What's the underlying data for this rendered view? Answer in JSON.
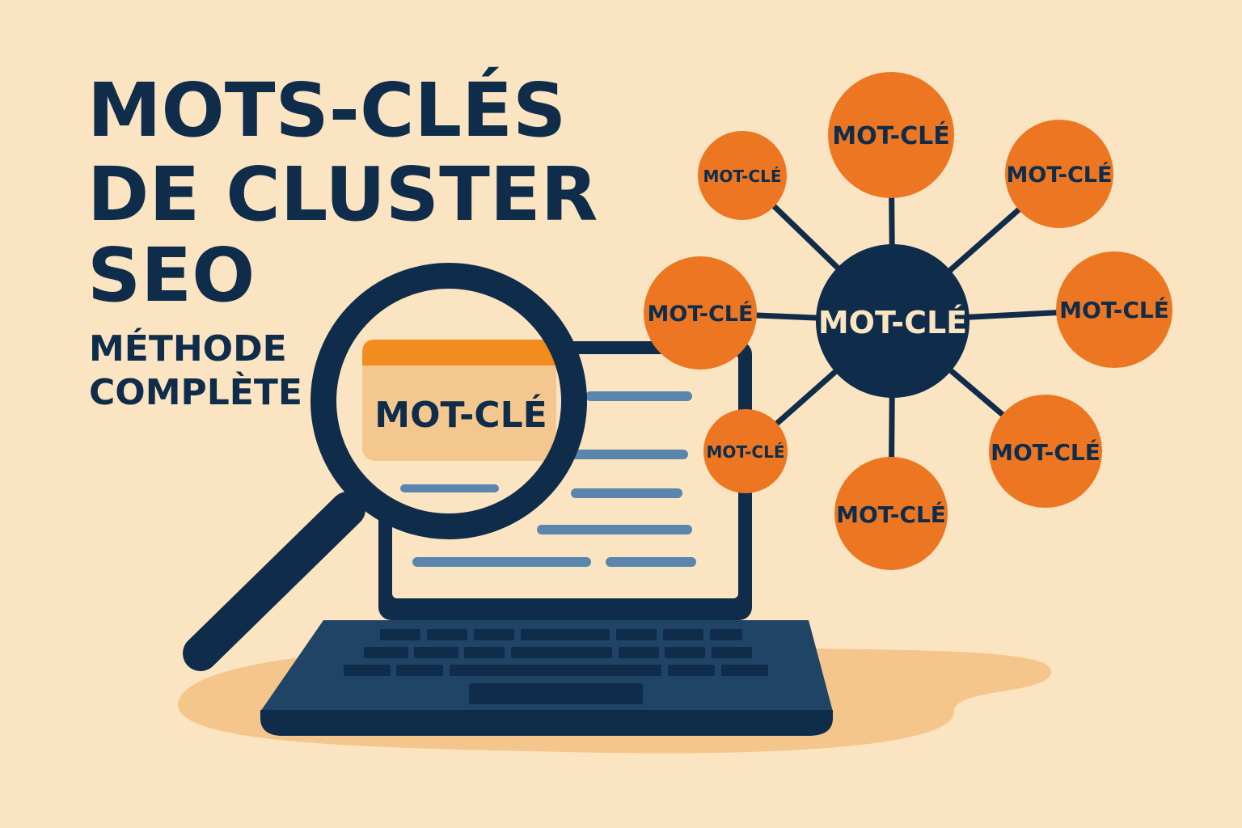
{
  "title": {
    "lines": [
      "MOTS-CLÉS",
      "DE CLUSTER",
      "SEO"
    ],
    "subtitle_lines": [
      "MÉTHODE",
      "COMPLÈTE"
    ]
  },
  "search_box": {
    "label": "MOT-CLÉ"
  },
  "cluster": {
    "center_label": "MOT-CLÉ",
    "nodes": [
      {
        "label": "MOT-CLÉ"
      },
      {
        "label": "MOT-CLÉ"
      },
      {
        "label": "MOT-CLÉ"
      },
      {
        "label": "MOT-CLÉ"
      },
      {
        "label": "MOT-CLÉ"
      },
      {
        "label": "MOT-CLÉ"
      },
      {
        "label": "MOT-CLÉ"
      },
      {
        "label": "MOT-CLÉ"
      }
    ]
  },
  "colors": {
    "background": "#fbe4c2",
    "navy": "#0f2d4a",
    "orange": "#ec7622",
    "text_lines": "#5a85ad",
    "laptop": "#1f4466"
  },
  "icons": [
    "magnifier-icon",
    "laptop-icon"
  ]
}
